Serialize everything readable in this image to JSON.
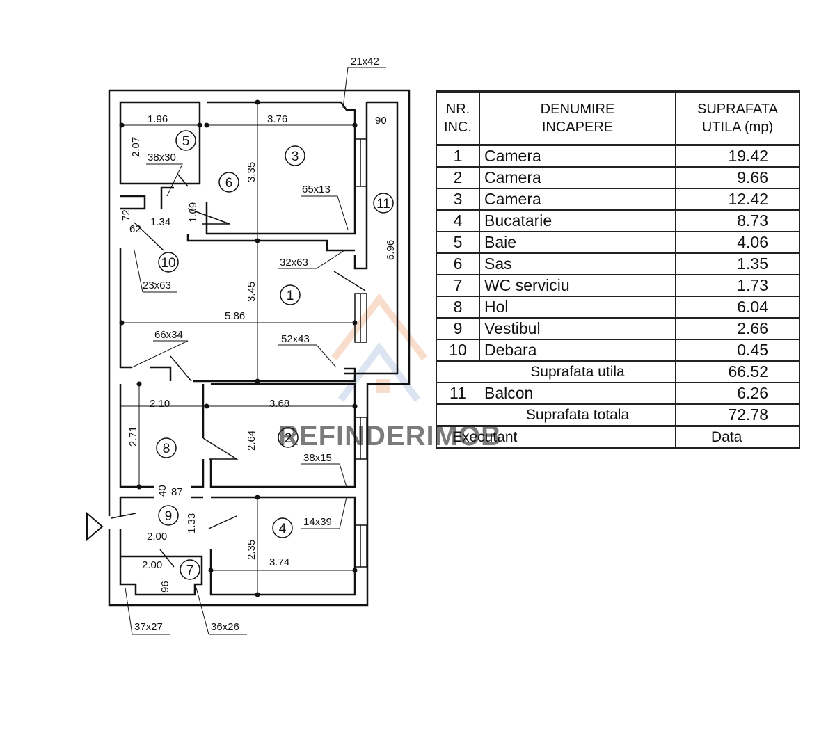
{
  "plan": {
    "rooms": [
      {
        "num": "1"
      },
      {
        "num": "2"
      },
      {
        "num": "3"
      },
      {
        "num": "4"
      },
      {
        "num": "5"
      },
      {
        "num": "6"
      },
      {
        "num": "7"
      },
      {
        "num": "8"
      },
      {
        "num": "9"
      },
      {
        "num": "10"
      },
      {
        "num": "11"
      }
    ],
    "dimensions": [
      "1.96",
      "2.07",
      "3.76",
      "3.35",
      "90",
      "21x42",
      "65x13",
      "38x30",
      "1.09",
      "1.34",
      "72",
      "62",
      "23x63",
      "32x63",
      "3.45",
      "6.96",
      "5.86",
      "66x34",
      "52x43",
      "2.10",
      "3.68",
      "2.71",
      "2.64",
      "38x15",
      "40",
      "87",
      "1.33",
      "2.00",
      "2.35",
      "14x39",
      "2.00",
      "3.74",
      "96",
      "37x27",
      "36x26"
    ]
  },
  "watermark": "REFINDERIMOB",
  "table": {
    "header": {
      "nr": "NR. INC.",
      "name": "DENUMIRE INCAPERE",
      "area": "SUPRAFATA UTILA  (mp)"
    },
    "rows": [
      {
        "nr": "1",
        "name": "Camera",
        "area": "19.42"
      },
      {
        "nr": "2",
        "name": "Camera",
        "area": "9.66"
      },
      {
        "nr": "3",
        "name": "Camera",
        "area": "12.42"
      },
      {
        "nr": "4",
        "name": "Bucatarie",
        "area": "8.73"
      },
      {
        "nr": "5",
        "name": "Baie",
        "area": "4.06"
      },
      {
        "nr": "6",
        "name": "Sas",
        "area": "1.35"
      },
      {
        "nr": "7",
        "name": "WC serviciu",
        "area": "1.73"
      },
      {
        "nr": "8",
        "name": "Hol",
        "area": "6.04"
      },
      {
        "nr": "9",
        "name": "Vestibul",
        "area": "2.66"
      },
      {
        "nr": "10",
        "name": "Debara",
        "area": "0.45"
      }
    ],
    "useful_label": "Suprafata utila",
    "useful_value": "66.52",
    "balcony": {
      "nr": "11",
      "name": "Balcon",
      "area": "6.26"
    },
    "total_label": "Suprafata totala",
    "total_value": "72.78",
    "executant_label": "Executant",
    "date_label": "Data"
  }
}
